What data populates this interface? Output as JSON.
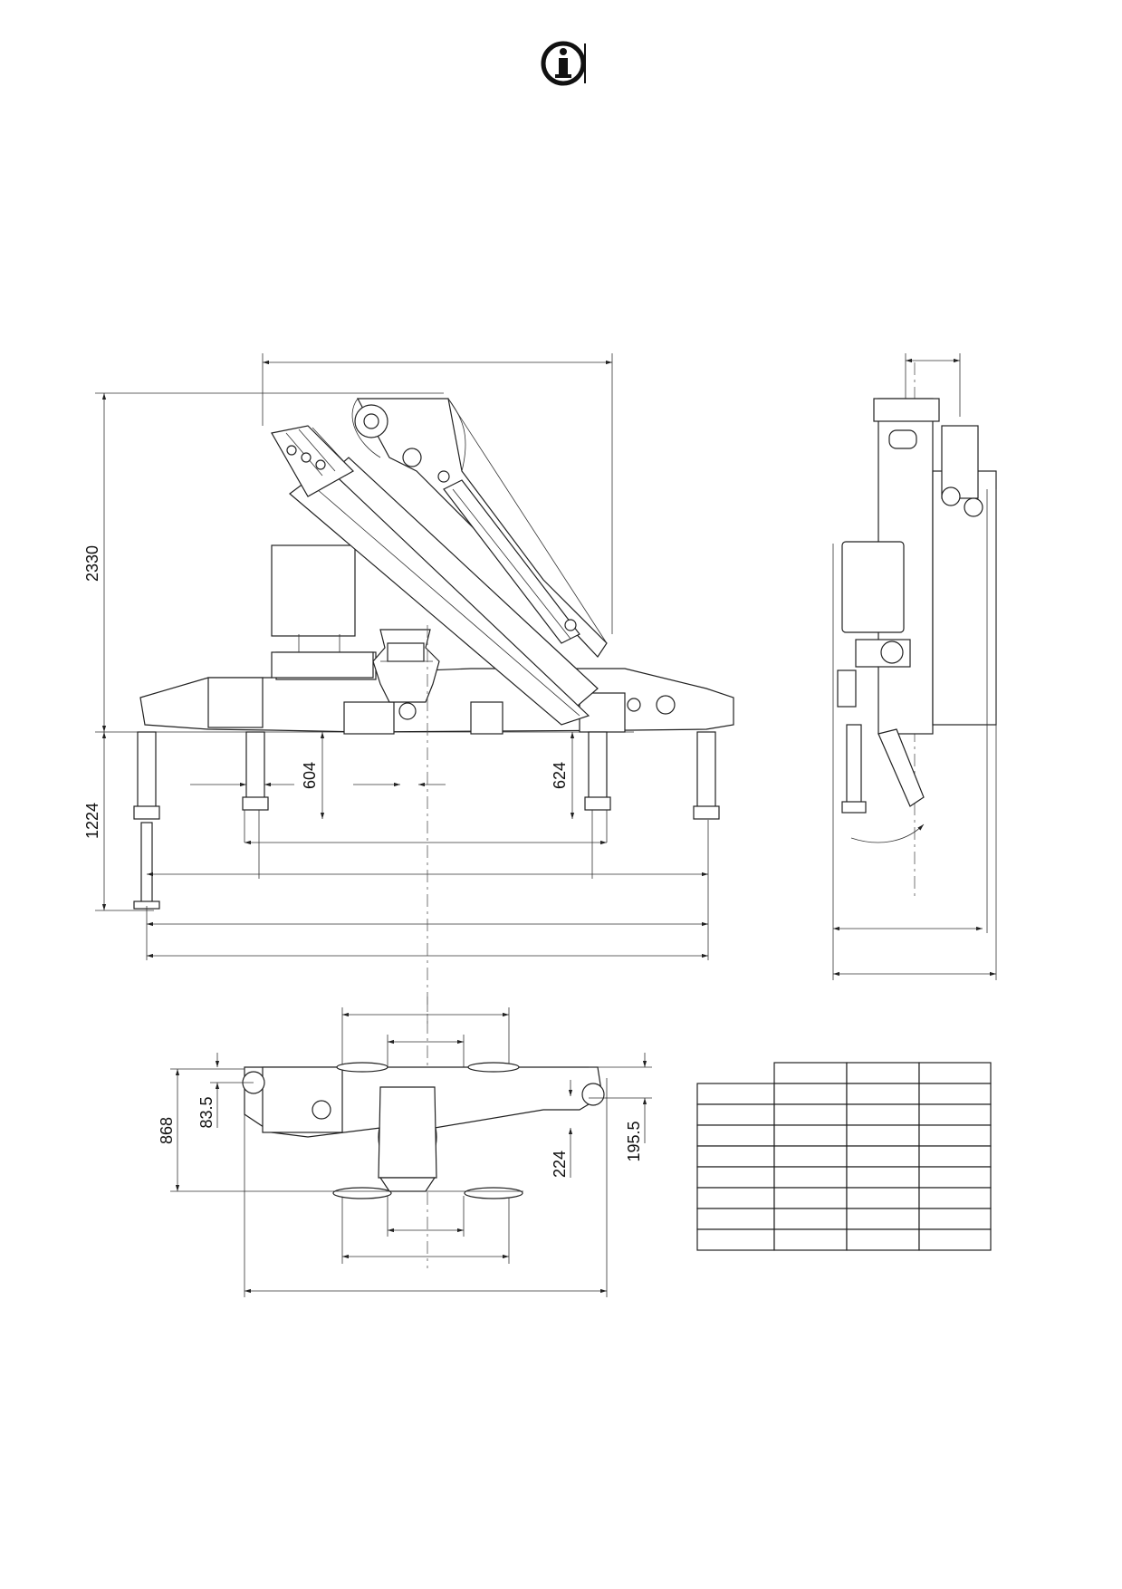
{
  "info_icon": {
    "name": "info-icon",
    "glyph": "i"
  },
  "side_view": {
    "dimensions": {
      "height_total": "2330",
      "leg_extension": "1224",
      "leg_offset_left": "604",
      "leg_offset_right": "624"
    }
  },
  "end_view": {
    "dimensions": {}
  },
  "top_view": {
    "dimensions": {
      "base_width": "868",
      "offset_left": "83.5",
      "offset_right": "195.5",
      "offset_mid": "224"
    }
  },
  "spec_table": {
    "columns": 4,
    "rows": [
      [
        "",
        "",
        "",
        ""
      ],
      [
        "",
        "",
        "",
        ""
      ],
      [
        "",
        "",
        "",
        ""
      ],
      [
        "",
        "",
        "",
        ""
      ],
      [
        "",
        "",
        "",
        ""
      ],
      [
        "",
        "",
        "",
        ""
      ],
      [
        "",
        "",
        "",
        ""
      ],
      [
        "",
        "",
        "",
        ""
      ],
      [
        "",
        "",
        "",
        ""
      ]
    ]
  }
}
